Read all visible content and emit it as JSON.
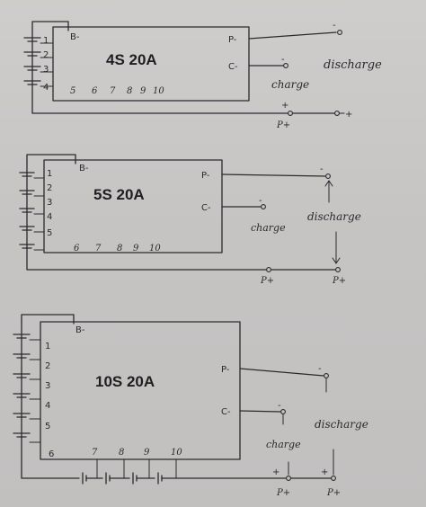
{
  "diagrams": [
    {
      "title": "4S 20A",
      "cell_labels": [
        "1",
        "2",
        "3",
        "4"
      ],
      "board_pins": [
        "5",
        "6",
        "7",
        "8",
        "9",
        "10"
      ],
      "b_label": "B-",
      "p_label": "P-",
      "c_label": "C-",
      "charge_label": "charge",
      "discharge_label": "discharge",
      "pplus_label": "P+",
      "minus_marks": [
        "-",
        "-"
      ],
      "plus_marks": [
        "+",
        "+"
      ]
    },
    {
      "title": "5S 20A",
      "cell_labels": [
        "1",
        "2",
        "3",
        "4",
        "5"
      ],
      "board_pins": [
        "6",
        "7",
        "8",
        "9",
        "10"
      ],
      "b_label": "B-",
      "p_label": "P-",
      "c_label": "C-",
      "charge_label": "charge",
      "discharge_label": "discharge",
      "pplus_label": "P+",
      "pplus_label_2": "P+",
      "minus_marks": [
        "-",
        "-"
      ]
    },
    {
      "title": "10S 20A",
      "cell_labels": [
        "1",
        "2",
        "3",
        "4",
        "5",
        "6"
      ],
      "board_pins": [
        "7",
        "8",
        "9",
        "10"
      ],
      "b_label": "B-",
      "p_label": "P-",
      "c_label": "C-",
      "charge_label": "charge",
      "discharge_label": "discharge",
      "pplus_label": "P+",
      "pplus_label_2": "P+",
      "minus_marks": [
        "-",
        "-"
      ],
      "plus_marks": [
        "+",
        "+"
      ]
    }
  ]
}
